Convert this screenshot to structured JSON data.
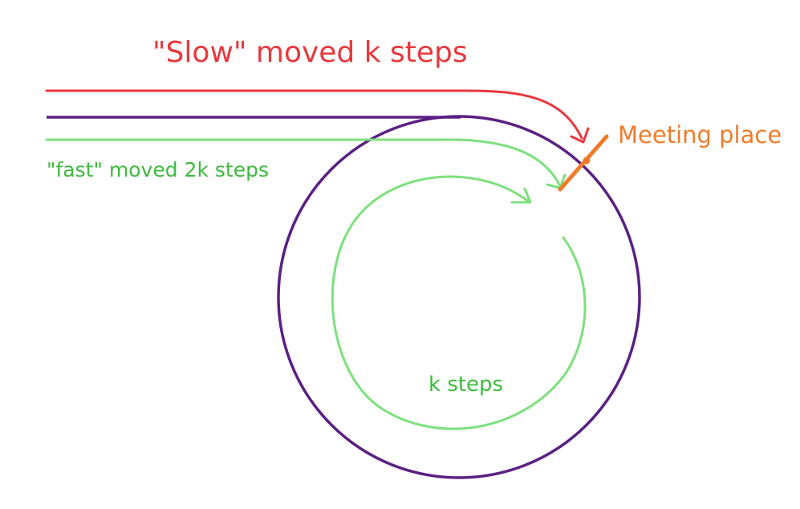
{
  "labels": {
    "slow": "\"Slow\" moved k steps",
    "fast": "\"fast\" moved 2k steps",
    "meeting": "Meeting place",
    "k_steps": "k steps"
  },
  "colors": {
    "slow": "#e8383d",
    "fast": "#3dbb3d",
    "fast_stroke": "#7de07d",
    "loop": "#5a2083",
    "meeting": "#f07c2a",
    "background": "#ffffff"
  }
}
